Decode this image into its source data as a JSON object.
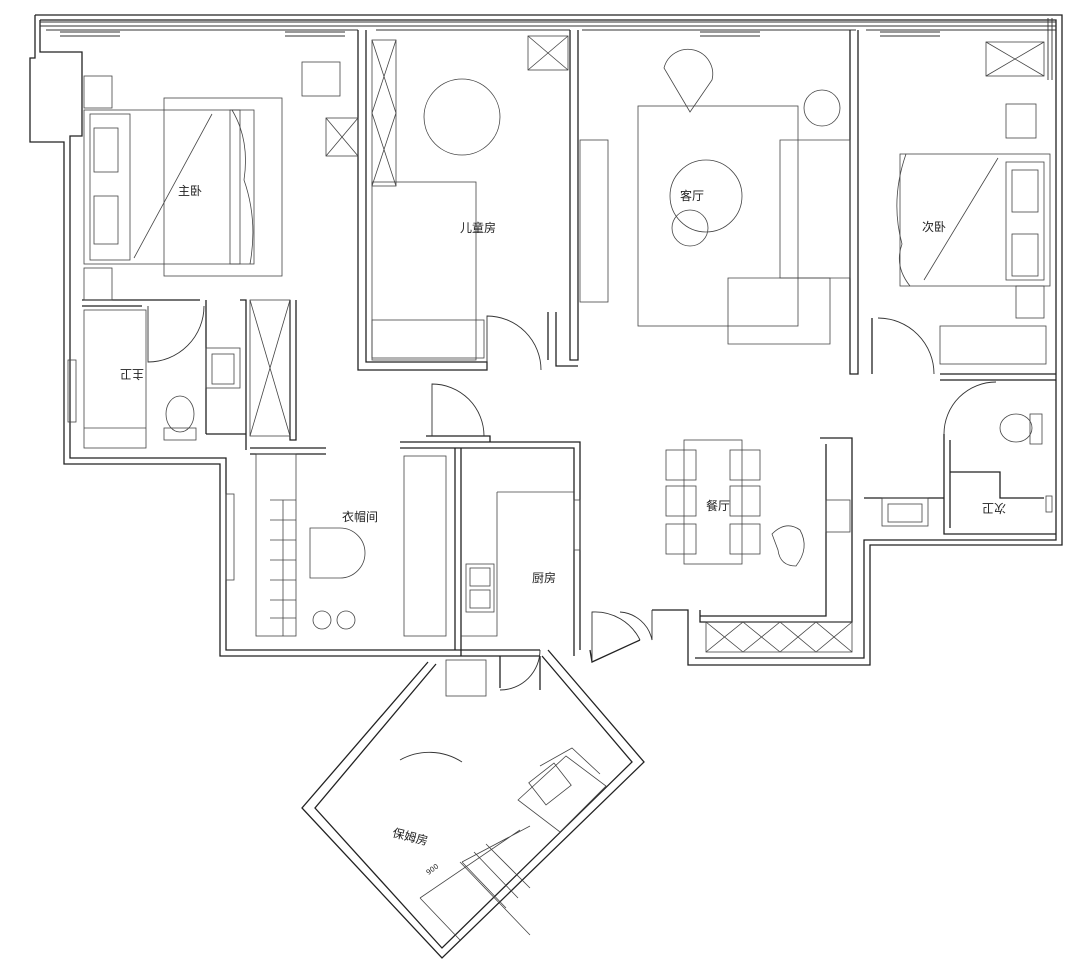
{
  "rooms": {
    "master_bedroom": "主卧",
    "kids_room": "儿童房",
    "living_room": "客厅",
    "second_bedroom": "次卧",
    "master_bath": "主卫",
    "cloakroom": "衣帽间",
    "kitchen": "厨房",
    "dining_room": "餐厅",
    "guest_bath": "次卫",
    "nanny_room": "保姆房"
  },
  "dimension_note": "900",
  "colors": {
    "line": "#222222",
    "background": "#ffffff"
  }
}
